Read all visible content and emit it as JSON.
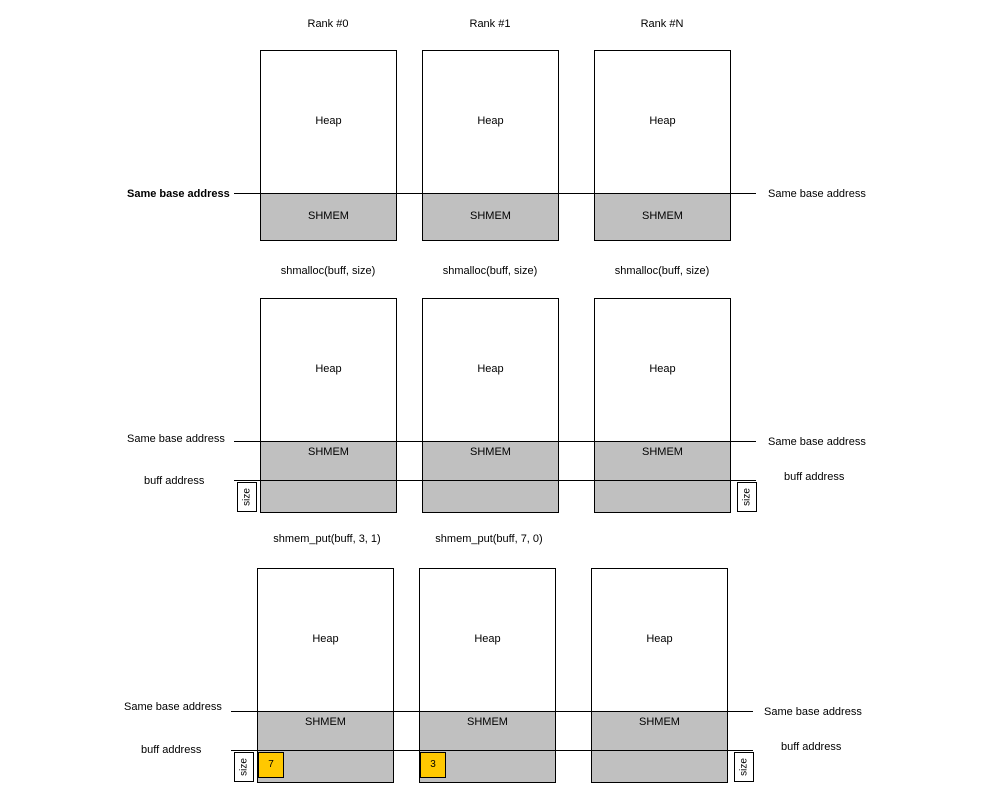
{
  "ranks": [
    "Rank #0",
    "Rank #1",
    "Rank #N"
  ],
  "labels": {
    "heap": "Heap",
    "shmem": "SHMEM",
    "same_base": "Same base address",
    "buff_address": "buff address",
    "size": "size"
  },
  "calls": {
    "shmalloc": "shmalloc(buff, size)",
    "put0": "shmem_put(buff, 3, 1)",
    "put1": "shmem_put(buff, 7, 0)"
  },
  "values": {
    "rank0": "7",
    "rank1": "3"
  }
}
